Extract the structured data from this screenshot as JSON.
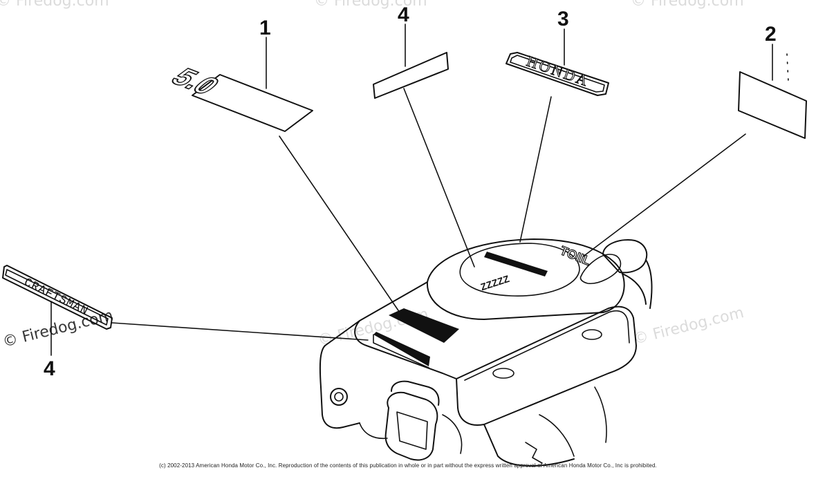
{
  "callouts": {
    "label_5_0": "1",
    "label_blank_right": "2",
    "label_honda": "3",
    "label_plain_top": "4",
    "label_craftsman": "4"
  },
  "emblems": {
    "displacement_text": "5.0",
    "honda_text": "HONDA",
    "craftsman_text": "CRAFTSMAN",
    "engine_logo_text": "ZZZZZ",
    "top_mark_text": "TOIIL"
  },
  "watermark": {
    "text": "© Firedog.com"
  },
  "footer": {
    "copyright": "(c) 2002-2013 American Honda Motor Co., Inc. Reproduction of the contents of this publication in whole or in part without the express written approval of American Honda Motor Co., Inc is prohibited."
  }
}
